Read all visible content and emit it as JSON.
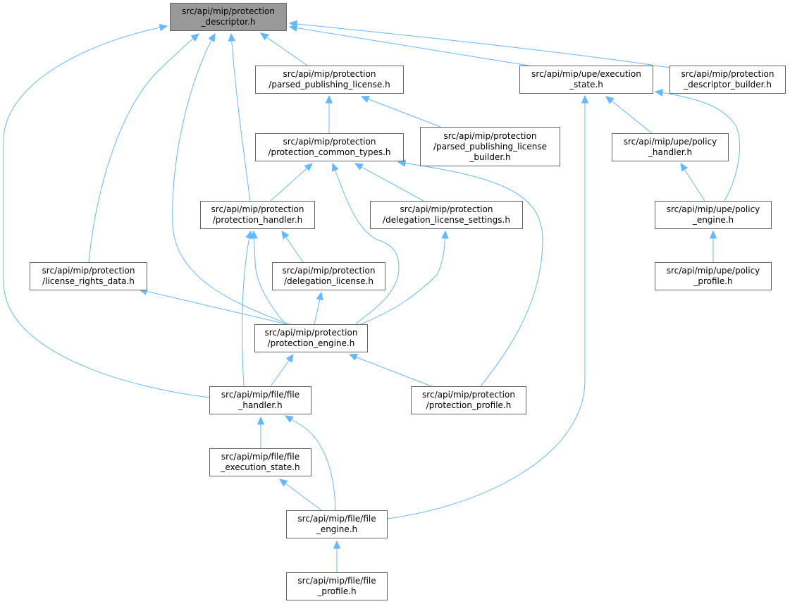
{
  "colors": {
    "edge": "#63b8ff",
    "node_border": "#666666",
    "node_fill": "#ffffff",
    "focus_fill": "#999999"
  },
  "nodes": {
    "descriptor": {
      "lines": [
        "src/api/mip/protection",
        "_descriptor.h"
      ]
    },
    "parsed_publishing_license": {
      "lines": [
        "src/api/mip/protection",
        "/parsed_publishing_license.h"
      ]
    },
    "execution_state": {
      "lines": [
        "src/api/mip/upe/execution",
        "_state.h"
      ]
    },
    "descriptor_builder": {
      "lines": [
        "src/api/mip/protection",
        "_descriptor_builder.h"
      ]
    },
    "common_types": {
      "lines": [
        "src/api/mip/protection",
        "/protection_common_types.h"
      ]
    },
    "ppl_builder": {
      "lines": [
        "src/api/mip/protection",
        "/parsed_publishing_license",
        "_builder.h"
      ]
    },
    "policy_handler": {
      "lines": [
        "src/api/mip/upe/policy",
        "_handler.h"
      ]
    },
    "protection_handler": {
      "lines": [
        "src/api/mip/protection",
        "/protection_handler.h"
      ]
    },
    "delegation_license_settings": {
      "lines": [
        "src/api/mip/protection",
        "/delegation_license_settings.h"
      ]
    },
    "policy_engine": {
      "lines": [
        "src/api/mip/upe/policy",
        "_engine.h"
      ]
    },
    "license_rights_data": {
      "lines": [
        "src/api/mip/protection",
        "/license_rights_data.h"
      ]
    },
    "delegation_license": {
      "lines": [
        "src/api/mip/protection",
        "/delegation_license.h"
      ]
    },
    "policy_profile": {
      "lines": [
        "src/api/mip/upe/policy",
        "_profile.h"
      ]
    },
    "protection_engine": {
      "lines": [
        "src/api/mip/protection",
        "/protection_engine.h"
      ]
    },
    "file_handler": {
      "lines": [
        "src/api/mip/file/file",
        "_handler.h"
      ]
    },
    "protection_profile": {
      "lines": [
        "src/api/mip/protection",
        "/protection_profile.h"
      ]
    },
    "file_execution_state": {
      "lines": [
        "src/api/mip/file/file",
        "_execution_state.h"
      ]
    },
    "file_engine": {
      "lines": [
        "src/api/mip/file/file",
        "_engine.h"
      ]
    },
    "file_profile": {
      "lines": [
        "src/api/mip/file/file",
        "_profile.h"
      ]
    }
  },
  "edges": [
    [
      "parsed_publishing_license",
      "descriptor"
    ],
    [
      "execution_state",
      "descriptor"
    ],
    [
      "descriptor_builder",
      "descriptor"
    ],
    [
      "protection_handler",
      "descriptor"
    ],
    [
      "license_rights_data",
      "descriptor"
    ],
    [
      "protection_engine",
      "descriptor"
    ],
    [
      "file_handler",
      "descriptor"
    ],
    [
      "common_types",
      "parsed_publishing_license"
    ],
    [
      "ppl_builder",
      "parsed_publishing_license"
    ],
    [
      "protection_handler",
      "common_types"
    ],
    [
      "delegation_license_settings",
      "common_types"
    ],
    [
      "protection_engine",
      "common_types"
    ],
    [
      "protection_profile",
      "common_types"
    ],
    [
      "policy_handler",
      "execution_state"
    ],
    [
      "policy_engine",
      "execution_state"
    ],
    [
      "file_engine",
      "execution_state"
    ],
    [
      "policy_engine",
      "policy_handler"
    ],
    [
      "policy_profile",
      "policy_engine"
    ],
    [
      "delegation_license",
      "protection_handler"
    ],
    [
      "protection_engine",
      "protection_handler"
    ],
    [
      "file_handler",
      "protection_handler"
    ],
    [
      "protection_engine",
      "delegation_license"
    ],
    [
      "protection_engine",
      "delegation_license_settings"
    ],
    [
      "protection_engine",
      "license_rights_data"
    ],
    [
      "file_handler",
      "protection_engine"
    ],
    [
      "protection_profile",
      "protection_engine"
    ],
    [
      "file_execution_state",
      "file_handler"
    ],
    [
      "file_engine",
      "file_handler"
    ],
    [
      "file_engine",
      "file_execution_state"
    ],
    [
      "file_profile",
      "file_engine"
    ]
  ]
}
